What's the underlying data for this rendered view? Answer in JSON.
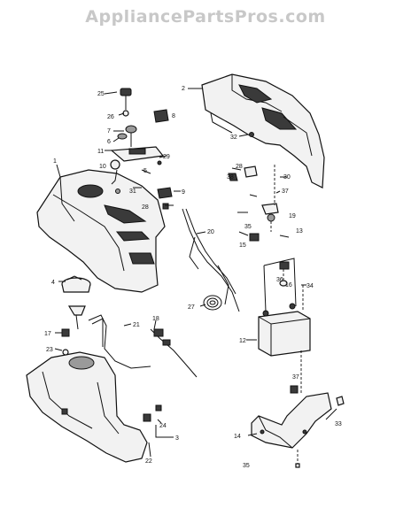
{
  "watermark": "AppliancePartsPros.com",
  "callouts": [
    "1",
    "2",
    "3",
    "4",
    "5",
    "6",
    "7",
    "8",
    "9",
    "10",
    "11",
    "12",
    "13",
    "14",
    "15",
    "16",
    "17",
    "18",
    "19",
    "20",
    "21",
    "22",
    "23",
    "24",
    "25",
    "26",
    "27",
    "28",
    "28",
    "29",
    "30",
    "31",
    "32",
    "33",
    "34",
    "35",
    "35",
    "36",
    "37",
    "37",
    "38"
  ]
}
